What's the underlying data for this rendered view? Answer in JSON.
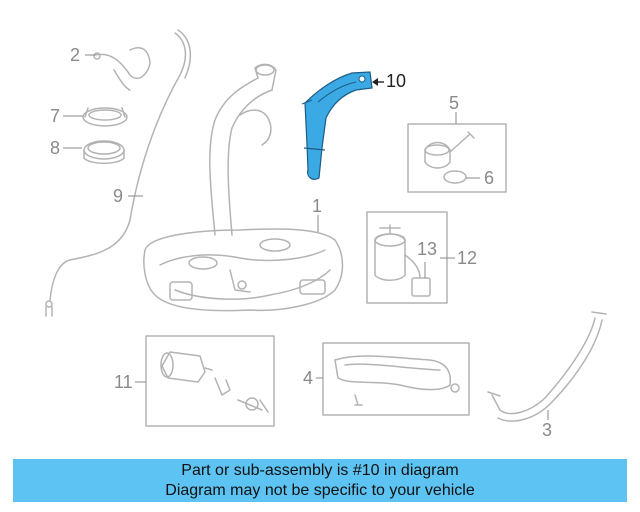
{
  "callouts": {
    "c1": "1",
    "c2": "2",
    "c3": "3",
    "c4": "4",
    "c5": "5",
    "c6": "6",
    "c7": "7",
    "c8": "8",
    "c9": "9",
    "c10": "10",
    "c11": "11",
    "c12": "12",
    "c13": "13"
  },
  "highlight_part": "10",
  "colors": {
    "highlight": "#3ba9e4",
    "line": "#b3b3b3",
    "banner": "#5cc3f2"
  },
  "banner": {
    "line1": "Part or sub-assembly is #10 in diagram",
    "line2": "Diagram may not be specific to your vehicle"
  }
}
